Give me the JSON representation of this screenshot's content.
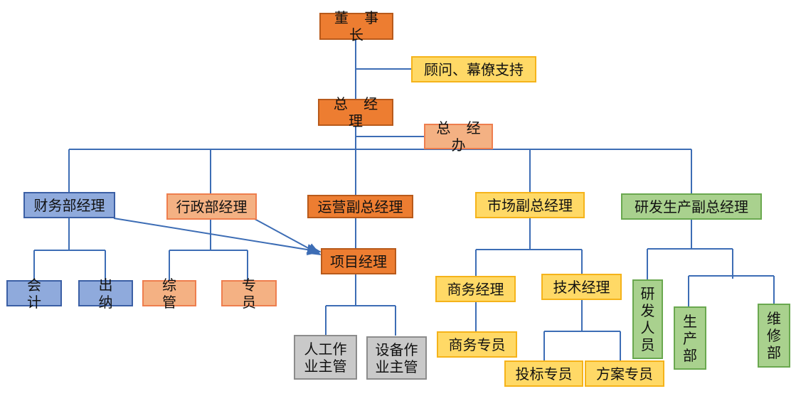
{
  "nodes": {
    "chairman": "董 事 长",
    "advisor": "顾问、幕僚支持",
    "gm": "总 经 理",
    "gm_office": "总 经 办",
    "finance_mgr": "财务部经理",
    "admin_mgr": "行政部经理",
    "ops_vgm": "运营副总经理",
    "market_vgm": "市场副总经理",
    "rnd_vgm": "研发生产副总经理",
    "accountant": "会 计",
    "cashier": "出 纳",
    "general_admin": "综 管",
    "specialist": "专 员",
    "project_mgr": "项目经理",
    "business_mgr": "商务经理",
    "tech_mgr": "技术经理",
    "manual_ops_lead": [
      "人工作",
      "业主管"
    ],
    "equip_ops_lead": [
      "设备作",
      "业主管"
    ],
    "business_specialist": "商务专员",
    "bidding_specialist": "投标专员",
    "solution_specialist": "方案专员",
    "rnd_staff": [
      "研",
      "发",
      "人",
      "员"
    ],
    "production_dept": [
      "生",
      "产",
      "部"
    ],
    "maintenance_dept": [
      "维",
      "修",
      "部"
    ]
  },
  "colors": {
    "line": "#3d6db5",
    "dark_orange": "#ed7d31",
    "salmon": "#f4b183",
    "yellow": "#ffd966",
    "blue": "#8faadc",
    "green": "#a9d18e",
    "gray": "#c9c9c9"
  }
}
